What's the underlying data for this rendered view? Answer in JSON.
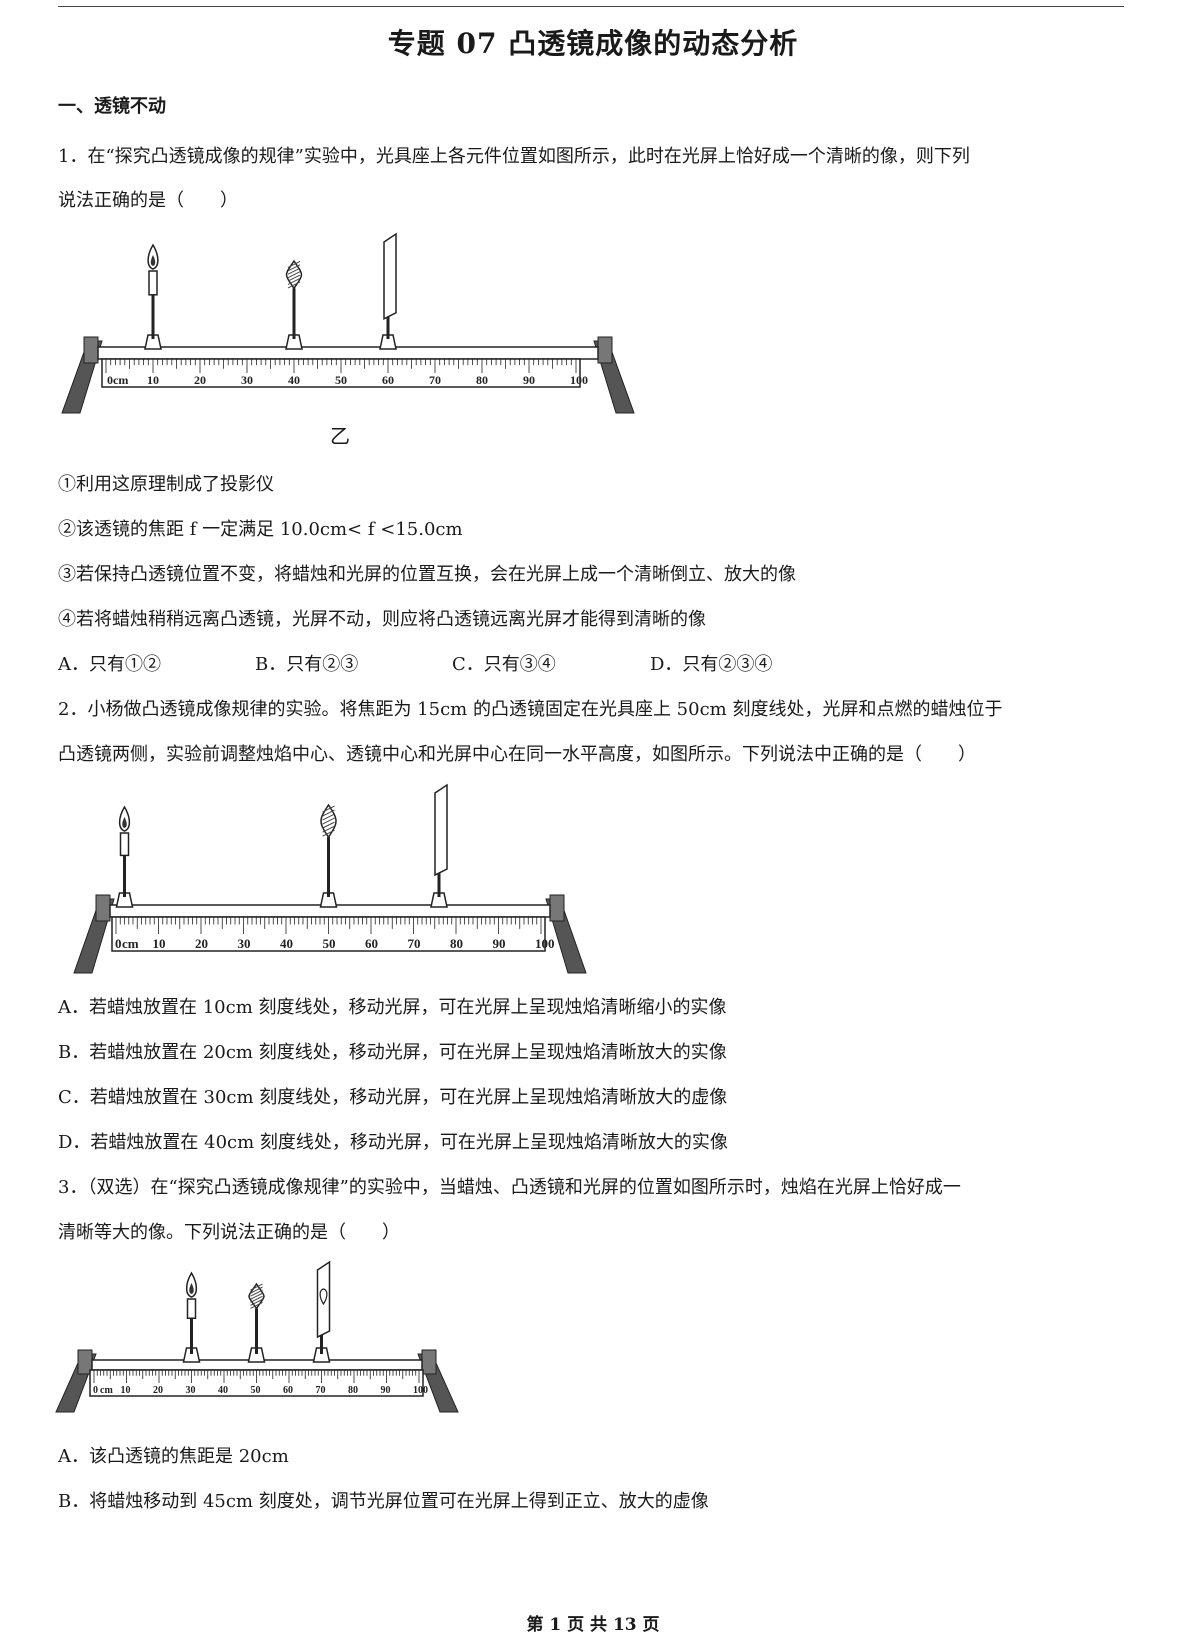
{
  "title": "专题 07 凸透镜成像的动态分析",
  "section": "一、透镜不动",
  "q1": {
    "stem_line1": "1．在“探究凸透镜成像的规律”实验中，光具座上各元件位置如图所示，此时在光屏上恰好成一个清晰的像，则下列",
    "stem_line2": "说法正确的是（　　）",
    "figure_caption": "乙",
    "ruler_labels": [
      "0cm",
      "10",
      "20",
      "30",
      "40",
      "50",
      "60",
      "70",
      "80",
      "90",
      "100"
    ],
    "statements": [
      "①利用这原理制成了投影仪",
      "②该透镜的焦距 f 一定满足 10.0cm< f <15.0cm",
      "③若保持凸透镜位置不变，将蜡烛和光屏的位置互换，会在光屏上成一个清晰倒立、放大的像",
      "④若将蜡烛稍稍远离凸透镜，光屏不动，则应将凸透镜远离光屏才能得到清晰的像"
    ],
    "options": [
      "A．只有①②",
      "B．只有②③",
      "C．只有③④",
      "D．只有②③④"
    ]
  },
  "q2": {
    "stem_line1": "2．小杨做凸透镜成像规律的实验。将焦距为 15cm 的凸透镜固定在光具座上 50cm 刻度线处，光屏和点燃的蜡烛位于",
    "stem_line2": "凸透镜两侧，实验前调整烛焰中心、透镜中心和光屏中心在同一水平高度，如图所示。下列说法中正确的是（　　）",
    "ruler_labels": [
      "0",
      "cm",
      "10",
      "20",
      "30",
      "40",
      "50",
      "60",
      "70",
      "80",
      "90",
      "100"
    ],
    "options": [
      "A．若蜡烛放置在 10cm 刻度线处，移动光屏，可在光屏上呈现烛焰清晰缩小的实像",
      "B．若蜡烛放置在 20cm 刻度线处，移动光屏，可在光屏上呈现烛焰清晰放大的实像",
      "C．若蜡烛放置在 30cm 刻度线处，移动光屏，可在光屏上呈现烛焰清晰放大的虚像",
      "D．若蜡烛放置在 40cm 刻度线处，移动光屏，可在光屏上呈现烛焰清晰放大的实像"
    ]
  },
  "q3": {
    "stem_line1": "3．（双选）在“探究凸透镜成像规律”的实验中，当蜡烛、凸透镜和光屏的位置如图所示时，烛焰在光屏上恰好成一",
    "stem_line2": "清晰等大的像。下列说法正确的是（　　）",
    "ruler_labels": [
      "0",
      "cm",
      "10",
      "20",
      "30",
      "40",
      "50",
      "60",
      "70",
      "80",
      "90",
      "100"
    ],
    "options": [
      "A．该凸透镜的焦距是 20cm",
      "B．将蜡烛移动到 45cm 刻度处，调节光屏位置可在光屏上得到正立、放大的虚像"
    ]
  },
  "footer": "第 1 页 共 13 页"
}
